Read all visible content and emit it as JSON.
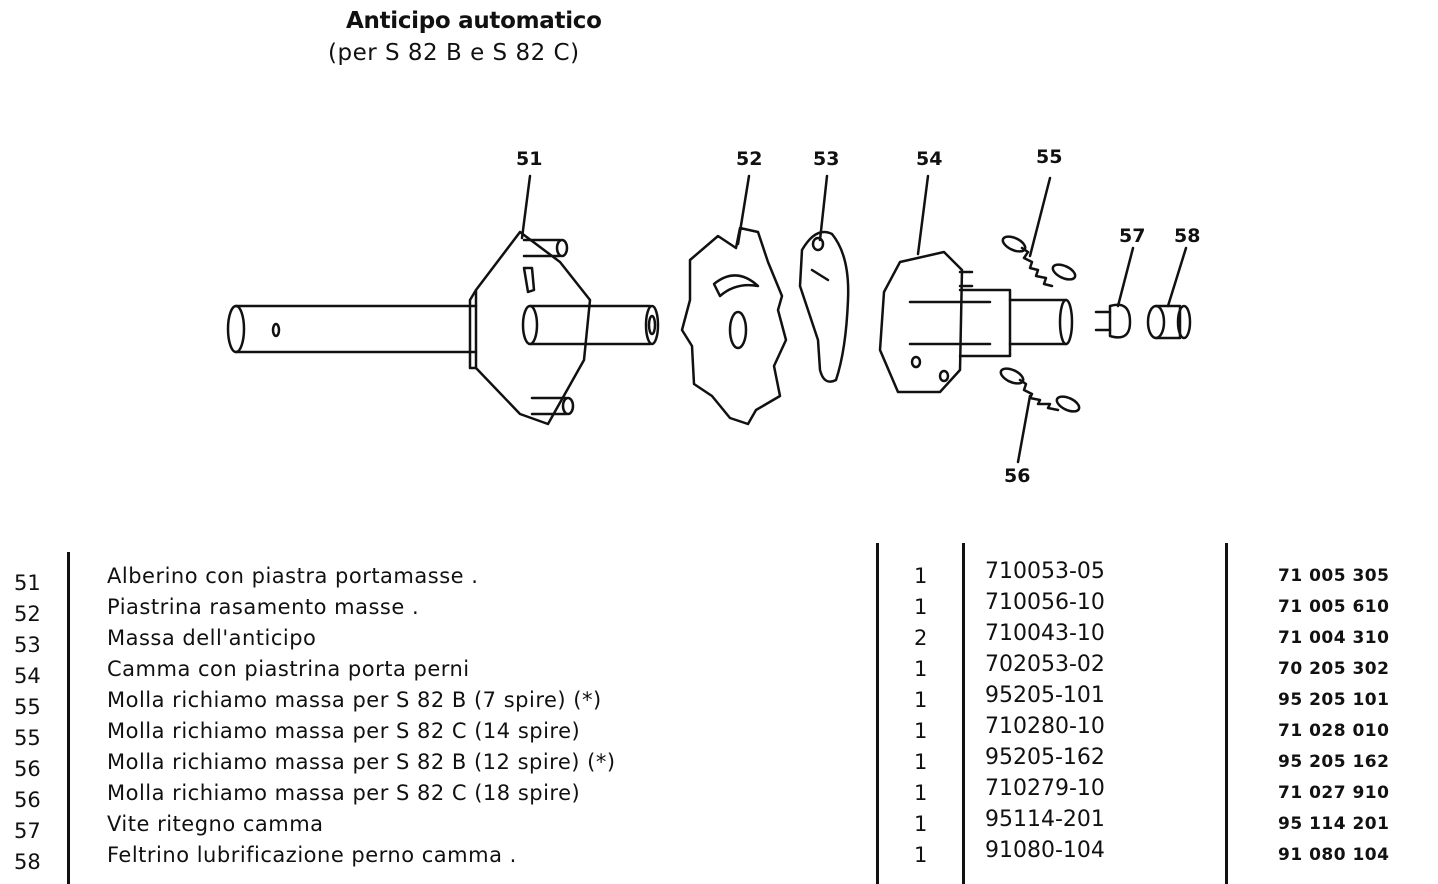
{
  "header": {
    "title": "Anticipo automatico",
    "subtitle": "(per S 82 B e S 82 C)"
  },
  "diagram": {
    "callouts": [
      "51",
      "52",
      "53",
      "54",
      "55",
      "56",
      "57",
      "58"
    ]
  },
  "parts": [
    {
      "pos": "51",
      "description": "Alberino con piastra portamasse .",
      "qty": "1",
      "code": "710053-05",
      "fiat_code": "71 005 305"
    },
    {
      "pos": "52",
      "description": "Piastrina rasamento masse .",
      "qty": "1",
      "code": "710056-10",
      "fiat_code": "71 005 610"
    },
    {
      "pos": "53",
      "description": "Massa dell'anticipo",
      "qty": "2",
      "code": "710043-10",
      "fiat_code": "71 004 310"
    },
    {
      "pos": "54",
      "description": "Camma con piastrina porta perni",
      "qty": "1",
      "code": "702053-02",
      "fiat_code": "70 205 302"
    },
    {
      "pos": "55",
      "description": "Molla richiamo massa per S 82 B (7 spire) (*)",
      "qty": "1",
      "code": "95205-101",
      "fiat_code": "95 205 101"
    },
    {
      "pos": "55",
      "description": "Molla richiamo massa per S 82 C (14 spire)",
      "qty": "1",
      "code": "710280-10",
      "fiat_code": "71 028 010"
    },
    {
      "pos": "56",
      "description": "Molla richiamo massa per S 82 B (12 spire) (*)",
      "qty": "1",
      "code": "95205-162",
      "fiat_code": "95 205 162"
    },
    {
      "pos": "56",
      "description": "Molla richiamo massa per S 82 C (18 spire)",
      "qty": "1",
      "code": "710279-10",
      "fiat_code": "71 027 910"
    },
    {
      "pos": "57",
      "description": "Vite ritegno camma",
      "qty": "1",
      "code": "95114-201",
      "fiat_code": "95 114 201"
    },
    {
      "pos": "58",
      "description": "Feltrino lubrificazione perno camma .",
      "qty": "1",
      "code": "91080-104",
      "fiat_code": "91 080 104"
    }
  ]
}
